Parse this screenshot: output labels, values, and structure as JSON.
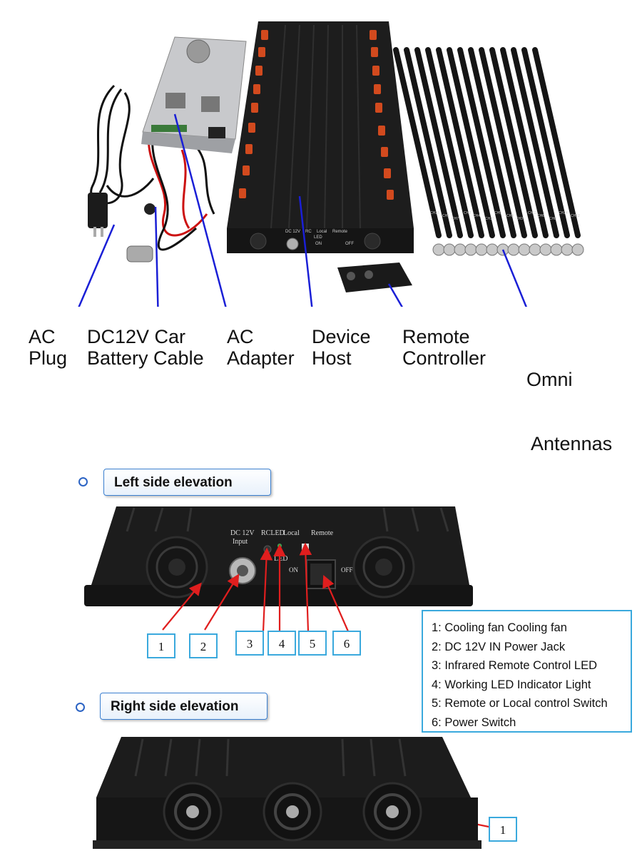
{
  "top_labels": [
    {
      "line1": "AC",
      "line2": "Plug"
    },
    {
      "line1": "DC12V Car",
      "line2": "Battery Cable"
    },
    {
      "line1": "AC",
      "line2": "Adapter"
    },
    {
      "line1": "Device",
      "line2": "Host"
    },
    {
      "line1": "Remote",
      "line2": "Controller"
    },
    {
      "line1": "Omni",
      "line2": " Antennas"
    }
  ],
  "left_section": {
    "title": "Left side elevation",
    "panel_text": {
      "dc_input_1": "DC 12V",
      "dc_input_2": "Input",
      "rcled": "RCLED",
      "local": "Local",
      "remote": "Remote",
      "led": "LED",
      "on": "ON",
      "off": "OFF"
    },
    "callouts": [
      "1",
      "2",
      "3",
      "4",
      "5",
      "6"
    ]
  },
  "legend": [
    "1: Cooling fan Cooling fan",
    "2: DC 12V IN Power Jack",
    "3: Infrared Remote Control LED",
    "4: Working LED Indicator Light",
    "5: Remote or Local control Switch",
    "6: Power Switch"
  ],
  "right_section": {
    "title": "Right side elevation",
    "callouts": [
      "1"
    ]
  },
  "device_top_text": {
    "dc": "DC 12V",
    "rc": "RC",
    "local": "Local",
    "remote": "Remote",
    "led": "LED",
    "on": "ON",
    "off": "OFF"
  },
  "antenna_tags": [
    "CH13",
    "CH1",
    "CH7",
    "CH2",
    "CH4",
    "CH10",
    "CH5",
    "CH9",
    "CH3",
    "CH11",
    "CH6",
    "CH8",
    "CH14",
    "CH12"
  ],
  "colors": {
    "arrow_blue": "#1a1fd6",
    "callout_red": "#e01e1e",
    "box_border": "#3aa9dd",
    "device_black": "#1b1b1b",
    "antenna_tip": "#d24a1e"
  }
}
